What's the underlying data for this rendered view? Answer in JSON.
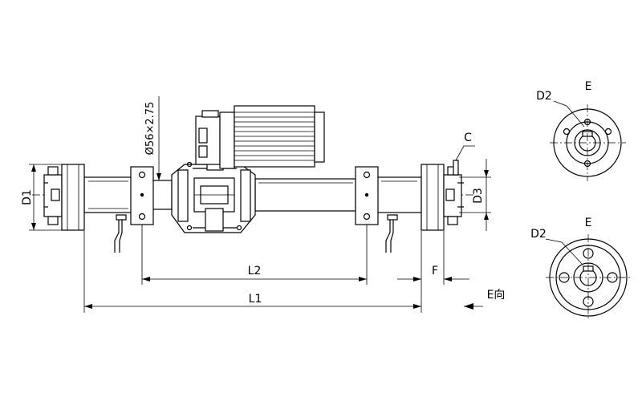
{
  "labels": {
    "d1": "D1",
    "d3": "D3",
    "l1": "L1",
    "l2": "L2",
    "f": "F",
    "c": "C",
    "e_view": "E向",
    "e_top": "E",
    "e_bottom": "E",
    "d2_top": "D2",
    "d2_bottom": "D2",
    "tube_diameter": "Ø56×2.75"
  }
}
